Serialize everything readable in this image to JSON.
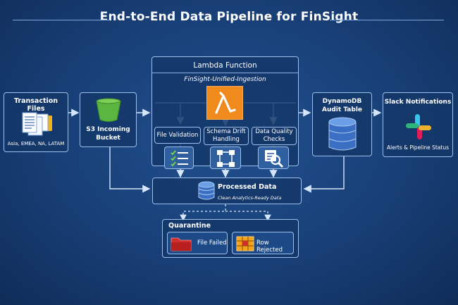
{
  "title": "End-to-End Data Pipeline for FinSight",
  "transaction": {
    "title": "Transaction Files",
    "regions": "Asia, EMEA, NA, LATAM"
  },
  "s3": {
    "title": "S3 Incoming\nBucket"
  },
  "lambda": {
    "title": "Lambda Function",
    "name": "FinSight-Unified-Ingestion",
    "steps": [
      "File Validation",
      "Schema Drift\nHandling",
      "Data Quality\nChecks"
    ]
  },
  "dynamo": {
    "title": "DynamoDB\nAudit Table"
  },
  "slack": {
    "title": "Slack Notifications",
    "subtitle": "Alerts & Pipeline Status"
  },
  "processed": {
    "title": "Processed Data",
    "subtitle": "Clean Analytics-Ready Data"
  },
  "quarantine": {
    "title": "Quarantine",
    "file_failed": "File Failed",
    "row_rejected": "Row Rejected"
  },
  "colors": {
    "lambda_orange": "#f08a1c",
    "s3_green": "#5bb541",
    "dynamo_blue": "#3b6fc4",
    "failed_red": "#d12e2e",
    "rejected_orange": "#f3a31a"
  }
}
